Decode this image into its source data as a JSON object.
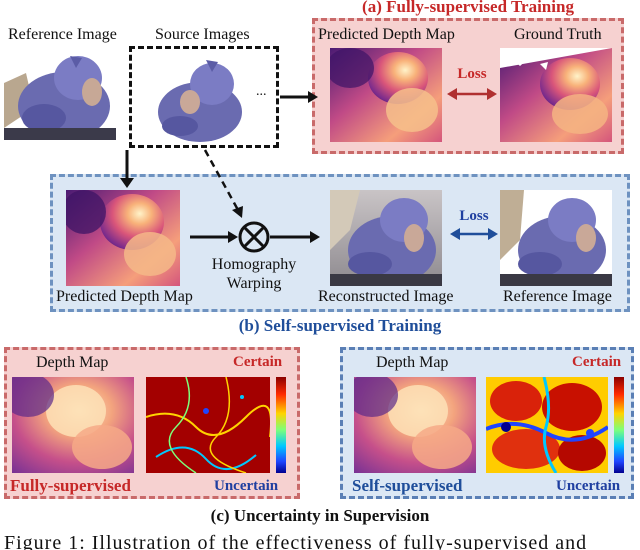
{
  "top": {
    "reference_image_label": "Reference Image",
    "source_images_label": "Source Images",
    "ellipsis": "..."
  },
  "panel_a": {
    "title": "(a) Fully-supervised Training",
    "predicted_label": "Predicted Depth Map",
    "ground_truth_label": "Ground Truth",
    "loss_label": "Loss"
  },
  "panel_b": {
    "title": "(b) Self-supervised Training",
    "predicted_label": "Predicted Depth Map",
    "homography_label_1": "Homography",
    "homography_label_2": "Warping",
    "reconstructed_label": "Reconstructed Image",
    "reference_label": "Reference Image",
    "loss_label": "Loss"
  },
  "panel_c": {
    "title": "(c) Uncertainty in Supervision",
    "left": {
      "depth_label": "Depth Map",
      "certain_label": "Certain",
      "uncertain_label": "Uncertain",
      "caption": "Fully-supervised"
    },
    "right": {
      "depth_label": "Depth Map",
      "certain_label": "Certain",
      "uncertain_label": "Uncertain",
      "caption": "Self-supervised"
    }
  },
  "figure_caption": "Figure 1: Illustration of the effectiveness of fully-supervised and",
  "colors": {
    "red": "#c62828",
    "blue": "#1f4e9a",
    "panel_red_bg": "#f6d1d0",
    "panel_blue_bg": "#dbe7f4"
  }
}
